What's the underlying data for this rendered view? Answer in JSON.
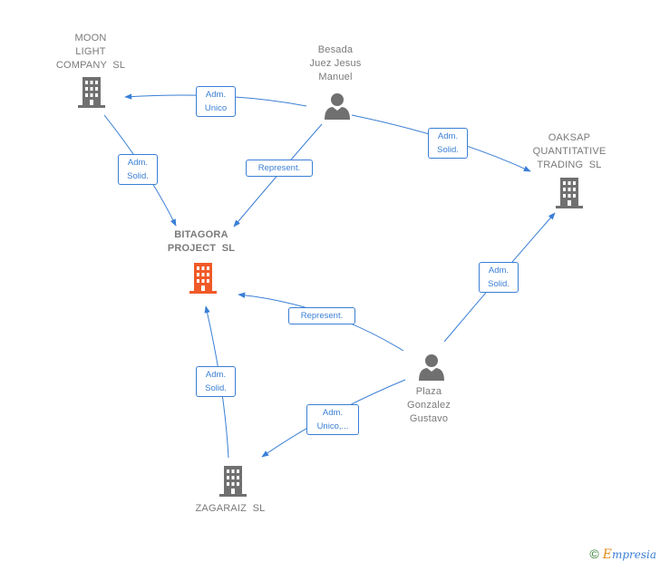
{
  "nodes": {
    "moon_light": {
      "label": [
        "MOON",
        "LIGHT",
        "COMPANY  SL"
      ],
      "type": "company"
    },
    "besada": {
      "label": [
        "Besada",
        "Juez Jesus",
        "Manuel"
      ],
      "type": "person"
    },
    "oaksap": {
      "label": [
        "OAKSAP",
        "QUANTITATIVE",
        "TRADING  SL"
      ],
      "type": "company"
    },
    "bitagora": {
      "label": [
        "BITAGORA",
        "PROJECT  SL"
      ],
      "type": "company",
      "highlight": true
    },
    "plaza": {
      "label": [
        "Plaza",
        "Gonzalez",
        "Gustavo"
      ],
      "type": "person"
    },
    "zagaraiz": {
      "label": [
        "ZAGARAIZ  SL"
      ],
      "type": "company"
    }
  },
  "relations": [
    {
      "id": "r1",
      "from": "besada",
      "to": "moon_light",
      "label": [
        "Adm.",
        "Unico"
      ]
    },
    {
      "id": "r2",
      "from": "moon_light",
      "to": "bitagora",
      "label": [
        "Adm.",
        "Solid."
      ]
    },
    {
      "id": "r3",
      "from": "besada",
      "to": "bitagora",
      "label": [
        "Represent."
      ]
    },
    {
      "id": "r4",
      "from": "besada",
      "to": "oaksap",
      "label": [
        "Adm.",
        "Solid."
      ]
    },
    {
      "id": "r5",
      "from": "plaza",
      "to": "oaksap",
      "label": [
        "Adm.",
        "Solid."
      ]
    },
    {
      "id": "r6",
      "from": "plaza",
      "to": "bitagora",
      "label": [
        "Represent."
      ]
    },
    {
      "id": "r7",
      "from": "zagaraiz",
      "to": "bitagora",
      "label": [
        "Adm.",
        "Solid."
      ]
    },
    {
      "id": "r8",
      "from": "plaza",
      "to": "zagaraiz",
      "label": [
        "Adm.",
        "Unico,..."
      ]
    }
  ],
  "colors": {
    "edge": "#3a7fd5",
    "company_icon": "#707070",
    "highlight_icon": "#f05a28",
    "person_icon": "#707070"
  },
  "footer": {
    "copyright": "©",
    "brand_first": "E",
    "brand_rest": "mpresia"
  }
}
